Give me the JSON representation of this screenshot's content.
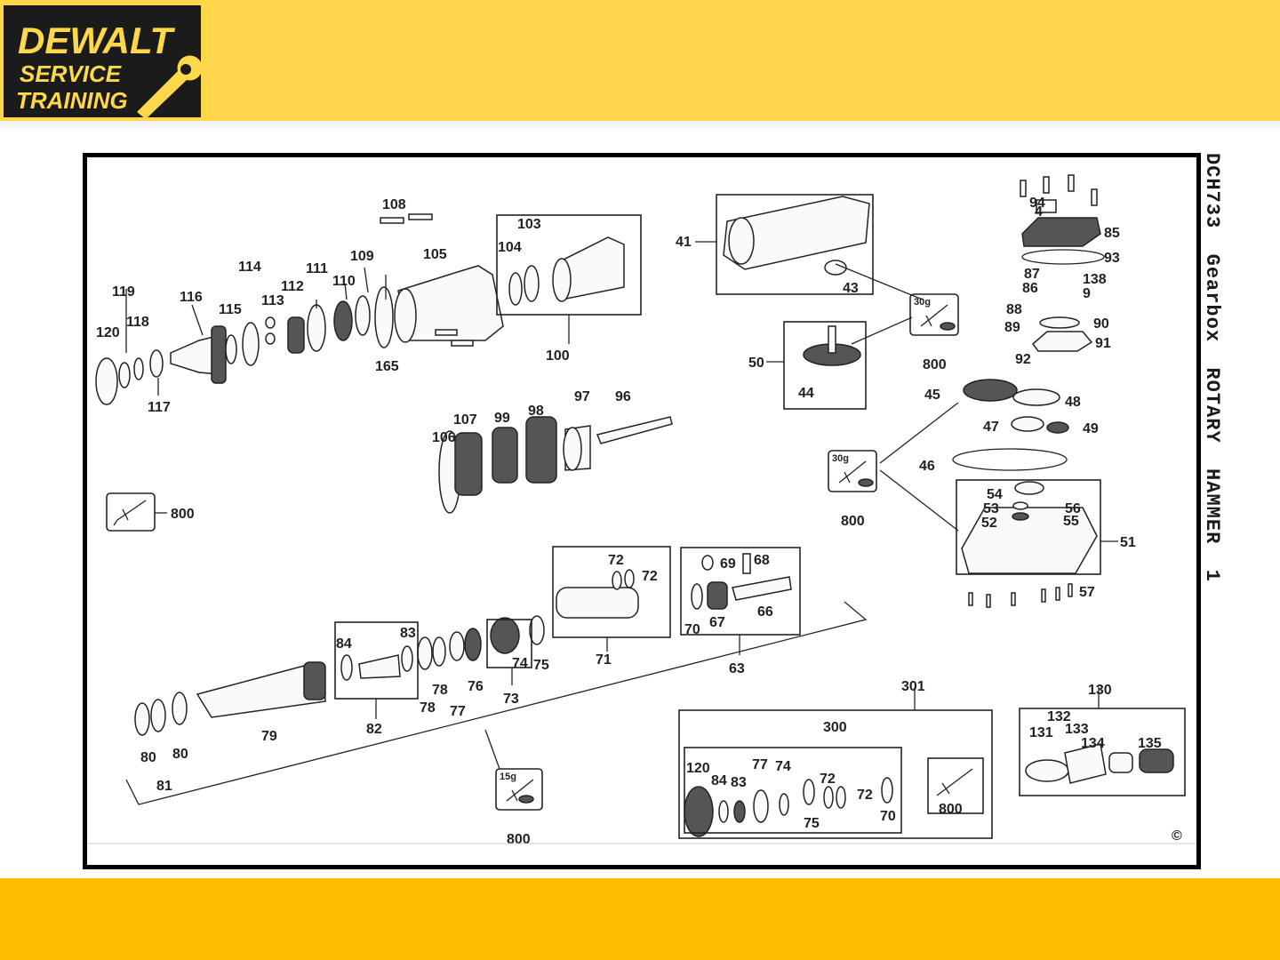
{
  "header": {
    "brand": "DEWALT",
    "line1": "SERVICE",
    "line2": "TRAINING",
    "colors": {
      "band": "#fed84a",
      "footer": "#febf00",
      "logo_bg": "#1b1b1b",
      "logo_text": "#fed84a"
    }
  },
  "title": "DCH733  Gearbox  ROTARY  HAMMER  1",
  "copyright": "©",
  "grease": {
    "g30": "30g",
    "g15": "15g"
  },
  "labels": {
    "p4": "4",
    "p9": "9",
    "p41": "41",
    "p43": "43",
    "p44": "44",
    "p45": "45",
    "p46": "46",
    "p47": "47",
    "p48": "48",
    "p49": "49",
    "p50": "50",
    "p51": "51",
    "p52": "52",
    "p53": "53",
    "p54": "54",
    "p55": "55",
    "p56": "56",
    "p57": "57",
    "p63": "63",
    "p66": "66",
    "p67": "67",
    "p68": "68",
    "p69": "69",
    "p70": "70",
    "p71": "71",
    "p72": "72",
    "p73": "73",
    "p74": "74",
    "p75": "75",
    "p76": "76",
    "p77": "77",
    "p78": "78",
    "p79": "79",
    "p80": "80",
    "p81": "81",
    "p82": "82",
    "p83": "83",
    "p84": "84",
    "p85": "85",
    "p86": "86",
    "p87": "87",
    "p88": "88",
    "p89": "89",
    "p90": "90",
    "p91": "91",
    "p92": "92",
    "p93": "93",
    "p94": "94",
    "p96": "96",
    "p97": "97",
    "p98": "98",
    "p99": "99",
    "p100": "100",
    "p103": "103",
    "p104": "104",
    "p105": "105",
    "p106": "106",
    "p107": "107",
    "p108": "108",
    "p109": "109",
    "p110": "110",
    "p111": "111",
    "p112": "112",
    "p113": "113",
    "p114": "114",
    "p115": "115",
    "p116": "116",
    "p117": "117",
    "p118": "118",
    "p119": "119",
    "p120": "120",
    "p130": "130",
    "p131": "131",
    "p132": "132",
    "p133": "133",
    "p134": "134",
    "p135": "135",
    "p138": "138",
    "p165": "165",
    "p300": "300",
    "p301": "301",
    "p800": "800"
  }
}
